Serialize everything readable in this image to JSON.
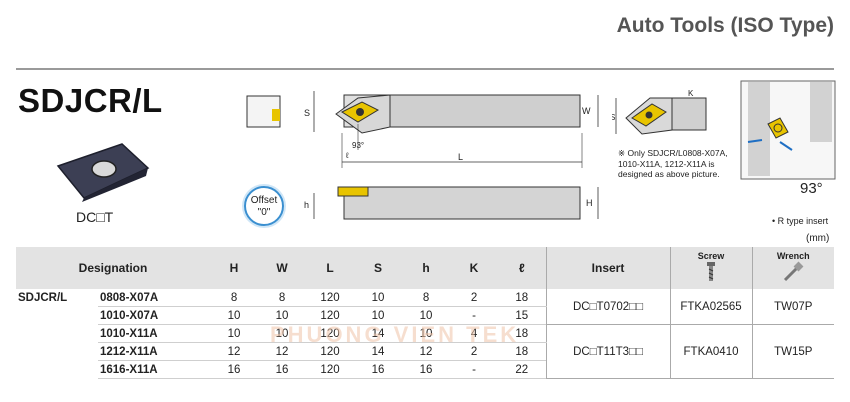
{
  "header": {
    "title": "Auto Tools (ISO Type)"
  },
  "model": "SDJCR/L",
  "insert_code": "DC□T",
  "offset": {
    "label": "Offset",
    "value": "\"0\""
  },
  "dims": {
    "S": "S",
    "W": "W",
    "L": "L",
    "h": "h",
    "H": "H",
    "K": "K",
    "l": "ℓ",
    "angle": "93°",
    "ell": "ℓ"
  },
  "note": "※ Only SDJCR/L0808-X07A, 1010-X11A, 1212-X11A is designed as above picture.",
  "angle_label": "93°",
  "r_type": "• R type insert",
  "unit": "(mm)",
  "watermark": "PHUONG VIEN TEK",
  "table": {
    "headers": {
      "designation": "Designation",
      "H": "H",
      "W": "W",
      "L": "L",
      "S": "S",
      "h": "h",
      "K": "K",
      "l": "ℓ",
      "insert": "Insert",
      "screw": "Screw",
      "wrench": "Wrench"
    },
    "family": "SDJCR/L",
    "rows": [
      {
        "code": "0808-X07A",
        "H": "8",
        "W": "8",
        "L": "120",
        "S": "10",
        "h": "8",
        "K": "2",
        "l": "18"
      },
      {
        "code": "1010-X07A",
        "H": "10",
        "W": "10",
        "L": "120",
        "S": "10",
        "h": "10",
        "K": "-",
        "l": "15"
      },
      {
        "code": "1010-X11A",
        "H": "10",
        "W": "10",
        "L": "120",
        "S": "14",
        "h": "10",
        "K": "4",
        "l": "18"
      },
      {
        "code": "1212-X11A",
        "H": "12",
        "W": "12",
        "L": "120",
        "S": "14",
        "h": "12",
        "K": "2",
        "l": "18"
      },
      {
        "code": "1616-X11A",
        "H": "16",
        "W": "16",
        "L": "120",
        "S": "16",
        "h": "16",
        "K": "-",
        "l": "22"
      }
    ],
    "groups": [
      {
        "insert": "DC□T0702□□",
        "screw": "FTKA02565",
        "wrench": "TW07P"
      },
      {
        "insert": "DC□T11T3□□",
        "screw": "FTKA0410",
        "wrench": "TW15P"
      }
    ]
  }
}
